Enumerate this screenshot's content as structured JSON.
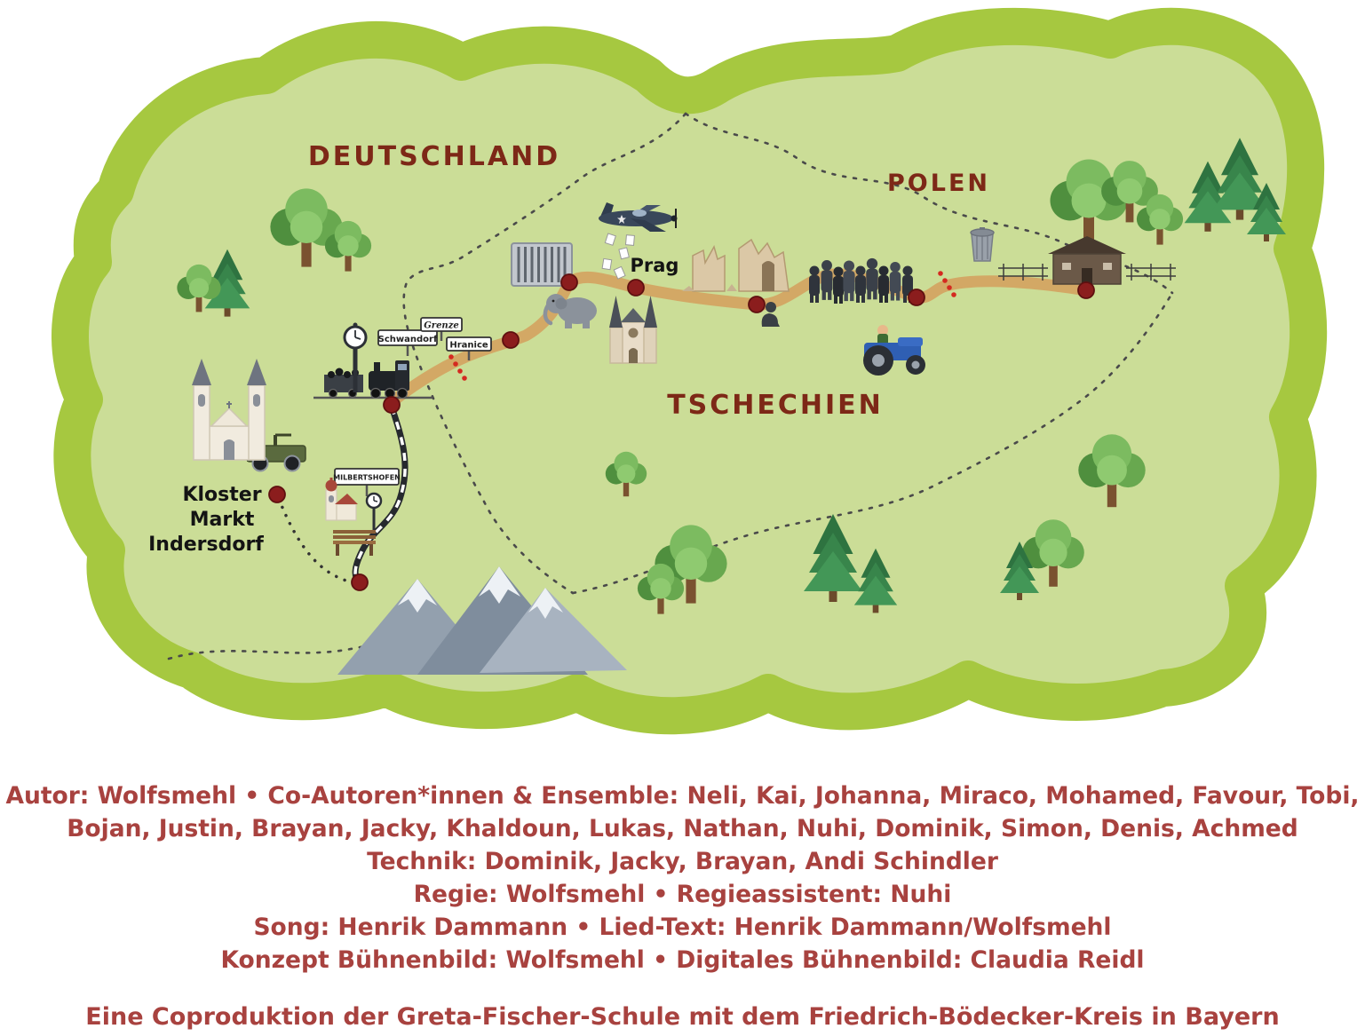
{
  "map": {
    "country_labels": {
      "deutschland": "DEUTSCHLAND",
      "polen": "POLEN",
      "tschechien": "TSCHECHIEN"
    },
    "city_labels": {
      "prag": "Prag"
    },
    "kloster_label": {
      "line1": "Kloster",
      "line2": "Markt",
      "line3": "Indersdorf"
    },
    "signs": {
      "schwandorf": "Schwandorf",
      "grenze": "Grenze",
      "hranice": "Hranice",
      "milbertshofen": "MILBERTSHOFEN"
    },
    "colors": {
      "border_green": "#a6c840",
      "fill_green": "#cbdd97",
      "route_tan": "#d3a865",
      "waypoint_red": "#8b1d1d",
      "crossing_red": "#d42a20",
      "country_label_brown": "#7d2817",
      "credits_red": "#a8423f"
    },
    "icons": [
      "deciduous-tree",
      "pine-tree",
      "mountains",
      "fighter-plane",
      "leaflets",
      "camp-fence",
      "ruins",
      "elephant",
      "prague-church",
      "sitting-figure",
      "walking-crowd",
      "tractor",
      "trash-can",
      "barracks",
      "barbed-wire",
      "steam-train",
      "station-clock",
      "jeep",
      "monastery-church",
      "village-church",
      "bench",
      "street-clock",
      "railway-track",
      "route-path",
      "waypoint"
    ]
  },
  "credits": {
    "lines": [
      "Autor: Wolfsmehl • Co-Autoren*innen & Ensemble: Neli, Kai, Johanna, Miraco, Mohamed, Favour, Tobi,",
      "Bojan, Justin, Brayan, Jacky, Khaldoun, Lukas, Nathan, Nuhi, Dominik, Simon, Denis, Achmed",
      "Technik: Dominik, Jacky, Brayan, Andi Schindler",
      "Regie: Wolfsmehl • Regieassistent: Nuhi",
      "Song: Henrik Dammann • Lied-Text: Henrik Dammann/Wolfsmehl",
      "Konzept Bühnenbild: Wolfsmehl • Digitales Bühnenbild: Claudia Reidl"
    ],
    "footer": "Eine Coproduktion der Greta-Fischer-Schule mit dem Friedrich-Bödecker-Kreis in Bayern"
  }
}
